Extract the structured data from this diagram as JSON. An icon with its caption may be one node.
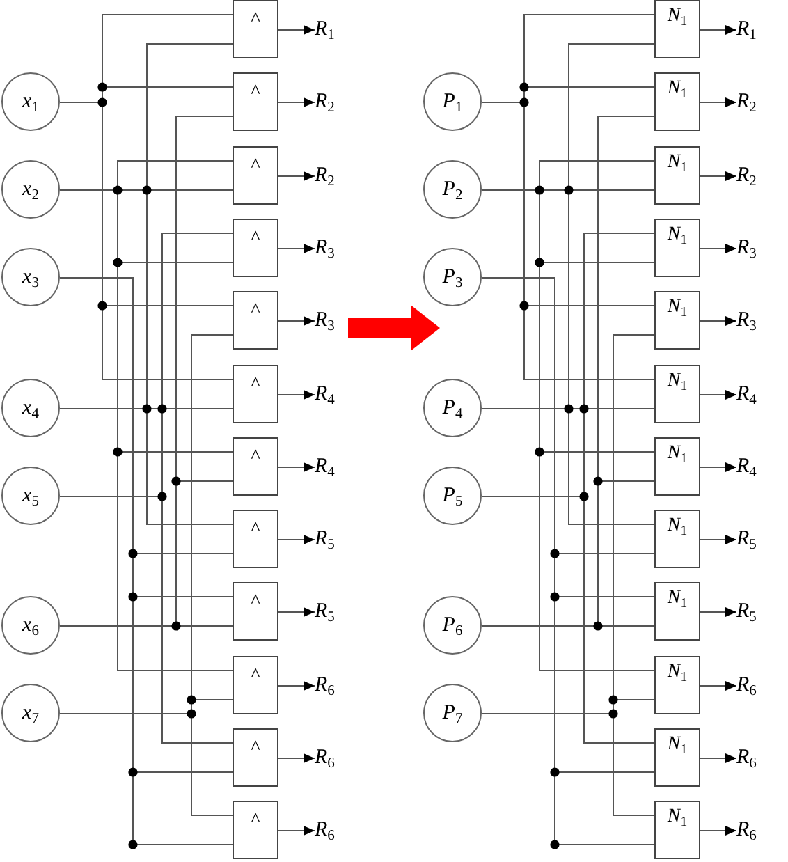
{
  "diagram": {
    "nodes": [
      {
        "text": [
          "*x*$_{1}$"
        ]
      },
      {
        "text": [
          "*x*$_{2}$"
        ]
      },
      {
        "text": [
          "*x*$_{3}$"
        ]
      },
      {
        "text": [
          "*x*$_{4}$"
        ]
      },
      {
        "text": [
          "*x*$_{5}$"
        ]
      },
      {
        "text": [
          "*x*$_{6}$"
        ]
      },
      {
        "text": [
          "*x*$_{7}$"
        ]
      },
      {
        "text": [
          "^"
        ]
      },
      {
        "text": [
          "^"
        ]
      },
      {
        "text": [
          "^"
        ]
      },
      {
        "text": [
          "^"
        ]
      },
      {
        "text": [
          "^"
        ]
      },
      {
        "text": [
          "^"
        ]
      },
      {
        "text": [
          "^"
        ]
      },
      {
        "text": [
          "^"
        ]
      },
      {
        "text": [
          "^"
        ]
      },
      {
        "text": [
          "^"
        ]
      },
      {
        "text": [
          "^"
        ]
      },
      {
        "text": [
          "^"
        ]
      },
      {
        "text": [
          "*R*$_{1}$"
        ]
      },
      {
        "text": [
          "*R*$_{2}$"
        ]
      },
      {
        "text": [
          "*R*$_{2}$"
        ]
      },
      {
        "text": [
          "*R*$_{3}$"
        ]
      },
      {
        "text": [
          "*R*$_{3}$"
        ]
      },
      {
        "text": [
          "*R*$_{4}$"
        ]
      },
      {
        "text": [
          "*R*$_{4}$"
        ]
      },
      {
        "text": [
          "*R*$_{5}$"
        ]
      },
      {
        "text": [
          "*R*$_{5}$"
        ]
      },
      {
        "text": [
          "*R*$_{6}$"
        ]
      },
      {
        "text": [
          "*R*$_{6}$"
        ]
      },
      {
        "text": [
          "*R*$_{6}$"
        ]
      },
      {
        "text": [
          "*P*$_{1}$"
        ]
      },
      {
        "text": [
          "*P*$_{2}$"
        ]
      },
      {
        "text": [
          "*P*$_{3}$"
        ]
      },
      {
        "text": [
          "*P*$_{4}$"
        ]
      },
      {
        "text": [
          "*P*$_{5}$"
        ]
      },
      {
        "text": [
          "*P*$_{6}$"
        ]
      },
      {
        "text": [
          "*P*$_{7}$"
        ]
      },
      {
        "text": [
          "*N*$_{1}$"
        ]
      },
      {
        "text": [
          "*N*$_{1}$"
        ]
      },
      {
        "text": [
          "*N*$_{1}$"
        ]
      },
      {
        "text": [
          "*N*$_{1}$"
        ]
      },
      {
        "text": [
          "*N*$_{1}$"
        ]
      },
      {
        "text": [
          "*N*$_{1}$"
        ]
      },
      {
        "text": [
          "*N*$_{1}$"
        ]
      },
      {
        "text": [
          "*N*$_{1}$"
        ]
      },
      {
        "text": [
          "*N*$_{1}$"
        ]
      },
      {
        "text": [
          "*N*$_{1}$"
        ]
      },
      {
        "text": [
          "*N*$_{1}$"
        ]
      },
      {
        "text": [
          "*N*$_{1}$"
        ]
      },
      {
        "text": [
          "*R*$_{1}$"
        ]
      },
      {
        "text": [
          "*R*$_{2}$"
        ]
      },
      {
        "text": [
          "*R*$_{2}$"
        ]
      },
      {
        "text": [
          "*R*$_{3}$"
        ]
      },
      {
        "text": [
          "*R*$_{3}$"
        ]
      },
      {
        "text": [
          "*R*$_{4}$"
        ]
      },
      {
        "text": [
          "*R*$_{4}$"
        ]
      },
      {
        "text": [
          "*R*$_{5}$"
        ]
      },
      {
        "text": [
          "*R*$_{5}$"
        ]
      },
      {
        "text": [
          "*R*$_{6}$"
        ]
      },
      {
        "text": [
          "*R*$_{6}$"
        ]
      },
      {
        "text": [
          "*R*$_{6}$"
        ]
      }
    ],
    "edges": [
      {
        "from": 0,
        "to": 7,
        "arrow": "none"
      },
      {
        "from": 3,
        "to": 7,
        "arrow": "none"
      },
      {
        "from": 7,
        "to": 19,
        "arrow": "to"
      },
      {
        "from": 0,
        "to": 8,
        "arrow": "none"
      },
      {
        "from": 5,
        "to": 8,
        "arrow": "none"
      },
      {
        "from": 8,
        "to": 20,
        "arrow": "to"
      },
      {
        "from": 1,
        "to": 9,
        "arrow": "none"
      },
      {
        "from": 3,
        "to": 9,
        "arrow": "none"
      },
      {
        "from": 9,
        "to": 21,
        "arrow": "to"
      },
      {
        "from": 4,
        "to": 10,
        "arrow": "none"
      },
      {
        "from": 1,
        "to": 10,
        "arrow": "none"
      },
      {
        "from": 10,
        "to": 22,
        "arrow": "to"
      },
      {
        "from": 0,
        "to": 11,
        "arrow": "none"
      },
      {
        "from": 6,
        "to": 11,
        "arrow": "none"
      },
      {
        "from": 11,
        "to": 23,
        "arrow": "to"
      },
      {
        "from": 0,
        "to": 12,
        "arrow": "none"
      },
      {
        "from": 4,
        "to": 12,
        "arrow": "none"
      },
      {
        "from": 12,
        "to": 24,
        "arrow": "to"
      },
      {
        "from": 1,
        "to": 13,
        "arrow": "none"
      },
      {
        "from": 5,
        "to": 13,
        "arrow": "none"
      },
      {
        "from": 13,
        "to": 25,
        "arrow": "to"
      },
      {
        "from": 3,
        "to": 14,
        "arrow": "none"
      },
      {
        "from": 2,
        "to": 14,
        "arrow": "none"
      },
      {
        "from": 14,
        "to": 26,
        "arrow": "to"
      },
      {
        "from": 2,
        "to": 15,
        "arrow": "none"
      },
      {
        "from": 5,
        "to": 15,
        "arrow": "none"
      },
      {
        "from": 15,
        "to": 27,
        "arrow": "to"
      },
      {
        "from": 1,
        "to": 16,
        "arrow": "none"
      },
      {
        "from": 6,
        "to": 16,
        "arrow": "none"
      },
      {
        "from": 16,
        "to": 28,
        "arrow": "to"
      },
      {
        "from": 4,
        "to": 17,
        "arrow": "none"
      },
      {
        "from": 2,
        "to": 17,
        "arrow": "none"
      },
      {
        "from": 17,
        "to": 29,
        "arrow": "to"
      },
      {
        "from": 6,
        "to": 18,
        "arrow": "none"
      },
      {
        "from": 2,
        "to": 18,
        "arrow": "none"
      },
      {
        "from": 18,
        "to": 30,
        "arrow": "to"
      },
      {
        "from": 31,
        "to": 38,
        "arrow": "none"
      },
      {
        "from": 34,
        "to": 38,
        "arrow": "none"
      },
      {
        "from": 38,
        "to": 50,
        "arrow": "to"
      },
      {
        "from": 31,
        "to": 39,
        "arrow": "none"
      },
      {
        "from": 36,
        "to": 39,
        "arrow": "none"
      },
      {
        "from": 39,
        "to": 51,
        "arrow": "to"
      },
      {
        "from": 32,
        "to": 40,
        "arrow": "none"
      },
      {
        "from": 34,
        "to": 40,
        "arrow": "none"
      },
      {
        "from": 40,
        "to": 52,
        "arrow": "to"
      },
      {
        "from": 35,
        "to": 41,
        "arrow": "none"
      },
      {
        "from": 32,
        "to": 41,
        "arrow": "none"
      },
      {
        "from": 41,
        "to": 53,
        "arrow": "to"
      },
      {
        "from": 31,
        "to": 42,
        "arrow": "none"
      },
      {
        "from": 37,
        "to": 42,
        "arrow": "none"
      },
      {
        "from": 42,
        "to": 54,
        "arrow": "to"
      },
      {
        "from": 31,
        "to": 43,
        "arrow": "none"
      },
      {
        "from": 35,
        "to": 43,
        "arrow": "none"
      },
      {
        "from": 43,
        "to": 55,
        "arrow": "to"
      },
      {
        "from": 32,
        "to": 44,
        "arrow": "none"
      },
      {
        "from": 36,
        "to": 44,
        "arrow": "none"
      },
      {
        "from": 44,
        "to": 56,
        "arrow": "to"
      },
      {
        "from": 34,
        "to": 45,
        "arrow": "none"
      },
      {
        "from": 33,
        "to": 45,
        "arrow": "none"
      },
      {
        "from": 45,
        "to": 57,
        "arrow": "to"
      },
      {
        "from": 33,
        "to": 46,
        "arrow": "none"
      },
      {
        "from": 36,
        "to": 46,
        "arrow": "none"
      },
      {
        "from": 46,
        "to": 58,
        "arrow": "to"
      },
      {
        "from": 32,
        "to": 47,
        "arrow": "none"
      },
      {
        "from": 37,
        "to": 47,
        "arrow": "none"
      },
      {
        "from": 47,
        "to": 59,
        "arrow": "to"
      },
      {
        "from": 35,
        "to": 48,
        "arrow": "none"
      },
      {
        "from": 33,
        "to": 48,
        "arrow": "none"
      },
      {
        "from": 48,
        "to": 60,
        "arrow": "to"
      },
      {
        "from": 37,
        "to": 49,
        "arrow": "none"
      },
      {
        "from": 33,
        "to": 49,
        "arrow": "none"
      },
      {
        "from": 49,
        "to": 61,
        "arrow": "to"
      },
      {
        "from": 23,
        "to": 33,
        "arrow": "to",
        "style": "thick",
        "color": "#ff0000"
      }
    ]
  }
}
